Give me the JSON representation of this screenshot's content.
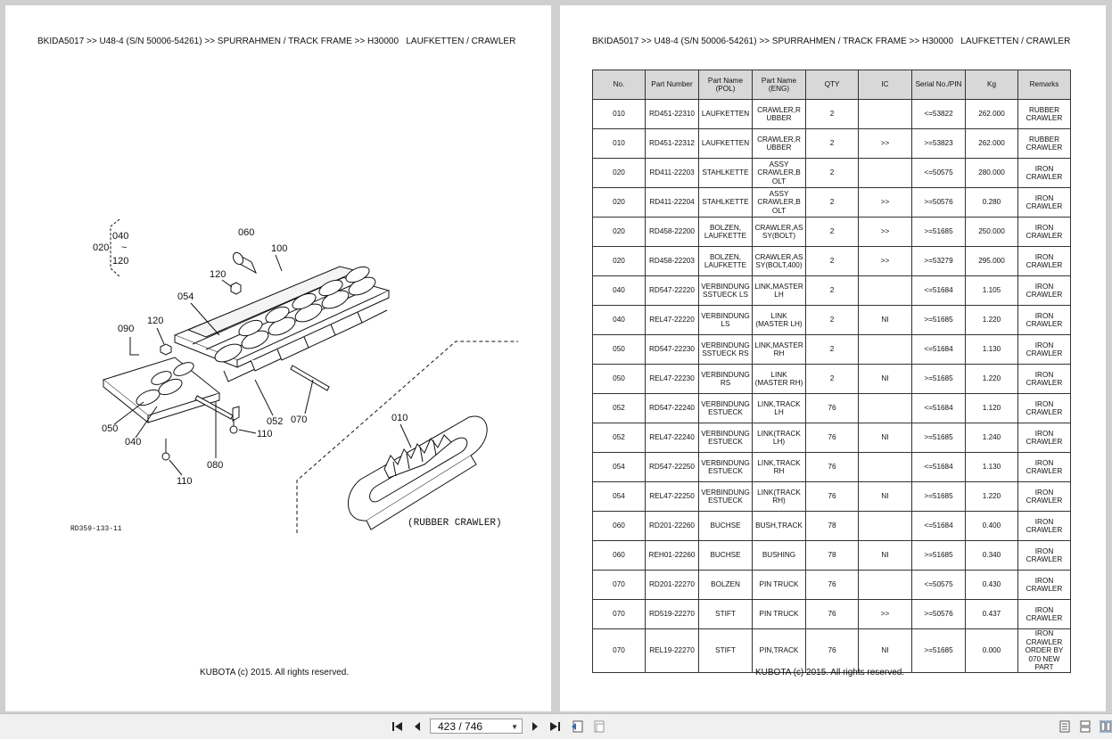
{
  "breadcrumb": "BKIDA5017 >> U48-4 (S/N 50006-54261) >> SPURRAHMEN / TRACK FRAME >> H30000   LAUFKETTEN / CRAWLER",
  "footer": "KUBOTA (c) 2015. All rights reserved.",
  "diagram": {
    "code": "RD359-133-11",
    "rubber_label": "(RUBBER CRAWLER)",
    "labels": {
      "l020": "020",
      "l040a": "040",
      "l120a": "120",
      "lwave": "~",
      "l060": "060",
      "l100": "100",
      "l120b": "120",
      "l054": "054",
      "l090": "090",
      "l120c": "120",
      "l050": "050",
      "l040b": "040",
      "l052": "052",
      "l070": "070",
      "l110a": "110",
      "l080": "080",
      "l110b": "110",
      "l010": "010"
    }
  },
  "table": {
    "headers": [
      "No.",
      "Part Number",
      "Part Name (POL)",
      "Part Name (ENG)",
      "QTY",
      "IC",
      "Serial No./PIN",
      "Kg",
      "Remarks"
    ],
    "rows": [
      [
        "010",
        "RD451-22310",
        "LAUFKETTEN",
        "CRAWLER,R UBBER",
        "2",
        "",
        "<=53822",
        "262.000",
        "RUBBER CRAWLER"
      ],
      [
        "010",
        "RD451-22312",
        "LAUFKETTEN",
        "CRAWLER,R UBBER",
        "2",
        ">>",
        ">=53823",
        "262.000",
        "RUBBER CRAWLER"
      ],
      [
        "020",
        "RD411-22203",
        "STAHLKETTE",
        "ASSY CRAWLER,B OLT",
        "2",
        "",
        "<=50575",
        "280.000",
        "IRON CRAWLER"
      ],
      [
        "020",
        "RD411-22204",
        "STAHLKETTE",
        "ASSY CRAWLER,B OLT",
        "2",
        ">>",
        ">=50576",
        "0.280",
        "IRON CRAWLER"
      ],
      [
        "020",
        "RD458-22200",
        "BOLZEN, LAUFKETTE",
        "CRAWLER,AS SY(BOLT)",
        "2",
        ">>",
        ">=51685",
        "250.000",
        "IRON CRAWLER"
      ],
      [
        "020",
        "RD458-22203",
        "BOLZEN, LAUFKETTE",
        "CRAWLER,AS SY(BOLT,400)",
        "2",
        ">>",
        ">=53279",
        "295.000",
        "IRON CRAWLER"
      ],
      [
        "040",
        "RD547-22220",
        "VERBINDUNG SSTUECK LS",
        "LINK,MASTER LH",
        "2",
        "",
        "<=51684",
        "1.105",
        "IRON CRAWLER"
      ],
      [
        "040",
        "REL47-22220",
        "VERBINDUNG LS",
        "LINK (MASTER LH)",
        "2",
        "NI",
        ">=51685",
        "1.220",
        "IRON CRAWLER"
      ],
      [
        "050",
        "RD547-22230",
        "VERBINDUNG SSTUECK RS",
        "LINK,MASTER RH",
        "2",
        "",
        "<=51684",
        "1.130",
        "IRON CRAWLER"
      ],
      [
        "050",
        "REL47-22230",
        "VERBINDUNG RS",
        "LINK (MASTER RH)",
        "2",
        "NI",
        ">=51685",
        "1.220",
        "IRON CRAWLER"
      ],
      [
        "052",
        "RD547-22240",
        "VERBINDUNG ESTUECK",
        "LINK,TRACK LH",
        "76",
        "",
        "<=51684",
        "1.120",
        "IRON CRAWLER"
      ],
      [
        "052",
        "REL47-22240",
        "VERBINDUNG ESTUECK",
        "LINK(TRACK LH)",
        "76",
        "NI",
        ">=51685",
        "1.240",
        "IRON CRAWLER"
      ],
      [
        "054",
        "RD547-22250",
        "VERBINDUNG ESTUECK",
        "LINK,TRACK RH",
        "76",
        "",
        "<=51684",
        "1.130",
        "IRON CRAWLER"
      ],
      [
        "054",
        "REL47-22250",
        "VERBINDUNG ESTUECK",
        "LINK(TRACK RH)",
        "76",
        "NI",
        ">=51685",
        "1.220",
        "IRON CRAWLER"
      ],
      [
        "060",
        "RD201-22260",
        "BUCHSE",
        "BUSH,TRACK",
        "78",
        "",
        "<=51684",
        "0.400",
        "IRON CRAWLER"
      ],
      [
        "060",
        "REH01-22260",
        "BUCHSE",
        "BUSHING",
        "78",
        "NI",
        ">=51685",
        "0.340",
        "IRON CRAWLER"
      ],
      [
        "070",
        "RD201-22270",
        "BOLZEN",
        "PIN TRUCK",
        "76",
        "",
        "<=50575",
        "0.430",
        "IRON CRAWLER"
      ],
      [
        "070",
        "RD519-22270",
        "STIFT",
        "PIN TRUCK",
        "76",
        ">>",
        ">=50576",
        "0.437",
        "IRON CRAWLER"
      ],
      [
        "070",
        "REL19-22270",
        "STIFT",
        "PIN,TRACK",
        "76",
        "NI",
        ">=51685",
        "0.000",
        "IRON CRAWLER ORDER BY 070 NEW PART"
      ]
    ]
  },
  "toolbar": {
    "page_indicator": "423 / 746"
  }
}
